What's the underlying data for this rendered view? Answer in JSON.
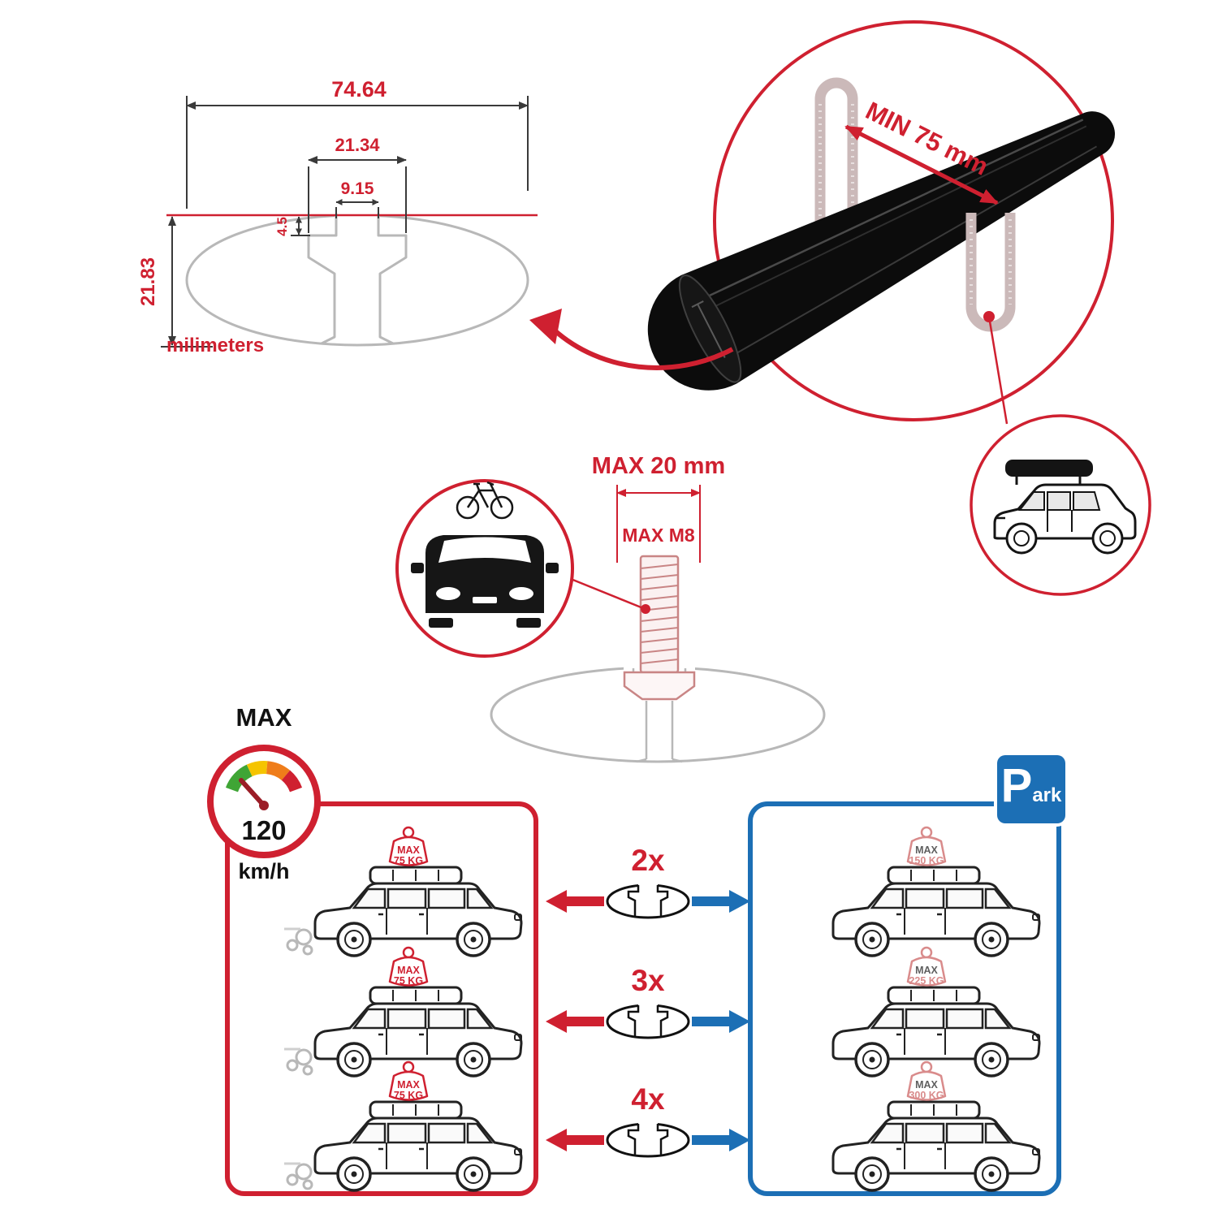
{
  "colors": {
    "accent_red": "#cf2030",
    "accent_blue": "#1c6fb5",
    "line_gray": "#b8b8b8",
    "ink": "#161616",
    "faded_red": "#c98585"
  },
  "profile_dimensions": {
    "total_width": "74.64",
    "slot_outer_width": "21.34",
    "slot_inner_width": "9.15",
    "slot_depth": "4.5",
    "total_height": "21.83",
    "units_label": "milimeters"
  },
  "crossbar_zoom": {
    "min_span_label": "MIN 75 mm"
  },
  "bolt_spec": {
    "max_width_label": "MAX 20 mm",
    "max_thread_label": "MAX M8"
  },
  "speed_gauge": {
    "title": "MAX",
    "value": "120",
    "unit": "km/h"
  },
  "capacity_diagram": {
    "moving_cars": [
      {
        "tag_title": "MAX",
        "tag_value": "75 KG"
      },
      {
        "tag_title": "MAX",
        "tag_value": "75 KG"
      },
      {
        "tag_title": "MAX",
        "tag_value": "75 KG"
      }
    ],
    "bar_counts": [
      "2x",
      "3x",
      "4x"
    ],
    "parked_cars": [
      {
        "tag_title": "MAX",
        "tag_value": "150 KG"
      },
      {
        "tag_title": "MAX",
        "tag_value": "225 KG"
      },
      {
        "tag_title": "MAX",
        "tag_value": "300 KG"
      }
    ],
    "park_sign": {
      "big_letter": "P",
      "small_letters": "ark"
    }
  }
}
